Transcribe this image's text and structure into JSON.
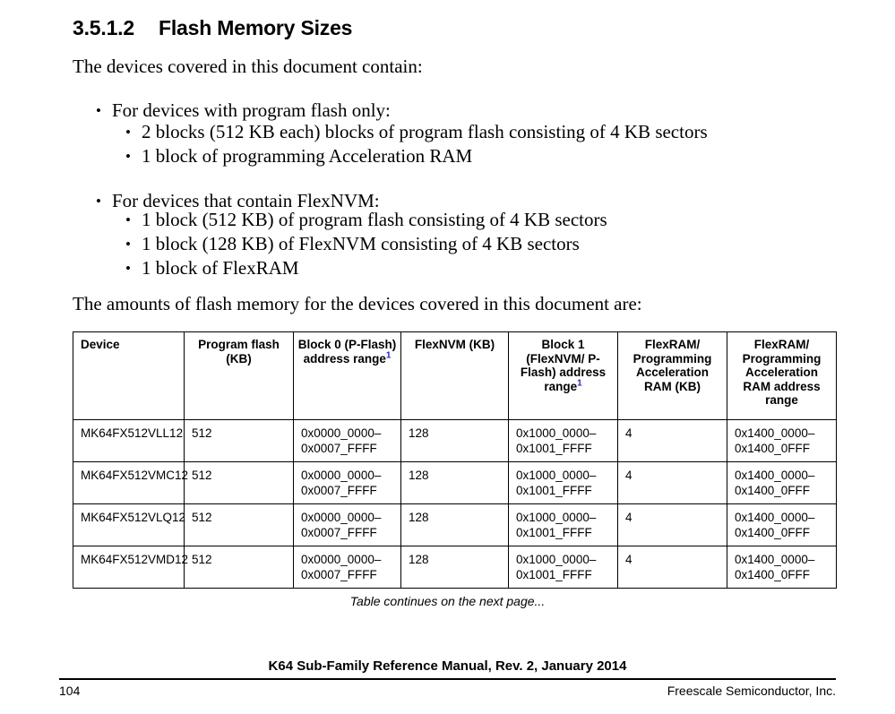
{
  "heading": {
    "number": "3.5.1.2",
    "title": "Flash Memory Sizes"
  },
  "intro_paragraph": "The devices covered in this document contain:",
  "bullets": {
    "group1": {
      "lead": "For devices with program flash only:",
      "items": [
        "2 blocks (512 KB each) blocks of program flash consisting of 4 KB sectors",
        "1 block of programming Acceleration RAM"
      ]
    },
    "group2": {
      "lead": "For devices that contain FlexNVM:",
      "items": [
        "1 block (512 KB) of program flash consisting of 4 KB sectors",
        "1 block (128 KB) of FlexNVM consisting of 4 KB sectors",
        "1 block of FlexRAM"
      ]
    }
  },
  "amounts_paragraph": "The amounts of flash memory for the devices covered in this document are:",
  "table": {
    "headers": [
      {
        "text": "Device",
        "footnote": ""
      },
      {
        "text": "Program flash (KB)",
        "footnote": ""
      },
      {
        "text": "Block 0 (P-Flash) address range",
        "footnote": "1"
      },
      {
        "text": "FlexNVM (KB)",
        "footnote": ""
      },
      {
        "text": "Block 1 (FlexNVM/ P-Flash) address range",
        "footnote": "1"
      },
      {
        "text": "FlexRAM/ Programming Acceleration RAM (KB)",
        "footnote": ""
      },
      {
        "text": "FlexRAM/ Programming Acceleration RAM address range",
        "footnote": ""
      }
    ],
    "rows": [
      {
        "device": "MK64FX512VLL12",
        "program_flash_kb": "512",
        "block0_addr_start": "0x0000_0000–",
        "block0_addr_end": "0x0007_FFFF",
        "flexnvm_kb": "128",
        "block1_addr_start": "0x1000_0000–",
        "block1_addr_end": "0x1001_FFFF",
        "flexram_kb": "4",
        "flexram_addr_start": "0x1400_0000–",
        "flexram_addr_end": "0x1400_0FFF"
      },
      {
        "device": "MK64FX512VMC12",
        "program_flash_kb": "512",
        "block0_addr_start": "0x0000_0000–",
        "block0_addr_end": "0x0007_FFFF",
        "flexnvm_kb": "128",
        "block1_addr_start": "0x1000_0000–",
        "block1_addr_end": "0x1001_FFFF",
        "flexram_kb": "4",
        "flexram_addr_start": "0x1400_0000–",
        "flexram_addr_end": "0x1400_0FFF"
      },
      {
        "device": "MK64FX512VLQ12",
        "program_flash_kb": "512",
        "block0_addr_start": "0x0000_0000–",
        "block0_addr_end": "0x0007_FFFF",
        "flexnvm_kb": "128",
        "block1_addr_start": "0x1000_0000–",
        "block1_addr_end": "0x1001_FFFF",
        "flexram_kb": "4",
        "flexram_addr_start": "0x1400_0000–",
        "flexram_addr_end": "0x1400_0FFF"
      },
      {
        "device": "MK64FX512VMD12",
        "program_flash_kb": "512",
        "block0_addr_start": "0x0000_0000–",
        "block0_addr_end": "0x0007_FFFF",
        "flexnvm_kb": "128",
        "block1_addr_start": "0x1000_0000–",
        "block1_addr_end": "0x1001_FFFF",
        "flexram_kb": "4",
        "flexram_addr_start": "0x1400_0000–",
        "flexram_addr_end": "0x1400_0FFF"
      }
    ],
    "continuation_note": "Table continues on the next page...",
    "footnote_marker_color": "#2222cc"
  },
  "footer": {
    "document_title": "K64 Sub-Family Reference Manual, Rev. 2, January 2014",
    "page_number": "104",
    "company": "Freescale Semiconductor, Inc."
  },
  "bullet_glyph": "•"
}
